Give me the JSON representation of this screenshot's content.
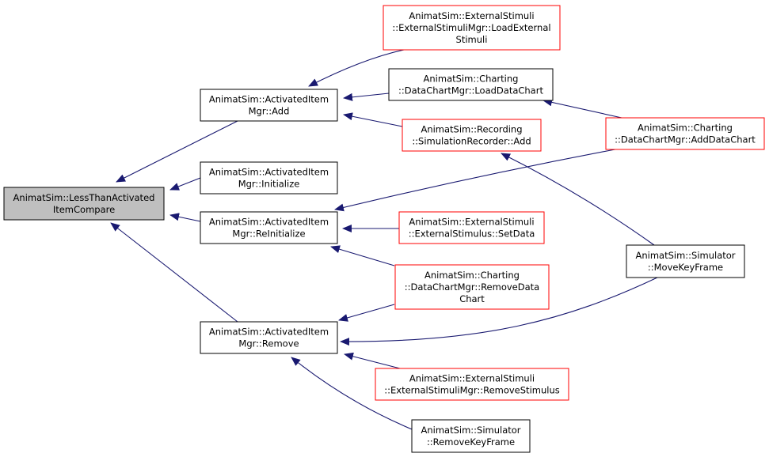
{
  "colors": {
    "edge": "#191970",
    "node_border": "#000000",
    "node_border_incomplete": "#ff0000",
    "node_fill": "#ffffff",
    "root_fill": "#bfbfbf"
  },
  "nodes": [
    {
      "id": "n0",
      "lines": [
        "AnimatSim::LessThanActivated",
        "ItemCompare"
      ],
      "style": "root"
    },
    {
      "id": "n1",
      "lines": [
        "AnimatSim::ActivatedItem",
        "Mgr::Add"
      ],
      "style": "normal"
    },
    {
      "id": "n2",
      "lines": [
        "AnimatSim::ActivatedItem",
        "Mgr::Initialize"
      ],
      "style": "normal"
    },
    {
      "id": "n3",
      "lines": [
        "AnimatSim::ActivatedItem",
        "Mgr::ReInitialize"
      ],
      "style": "normal"
    },
    {
      "id": "n4",
      "lines": [
        "AnimatSim::ActivatedItem",
        "Mgr::Remove"
      ],
      "style": "normal"
    },
    {
      "id": "n5",
      "lines": [
        "AnimatSim::ExternalStimuli",
        "::ExternalStimuliMgr::LoadExternal",
        "Stimuli"
      ],
      "style": "red"
    },
    {
      "id": "n6",
      "lines": [
        "AnimatSim::Charting",
        "::DataChartMgr::LoadDataChart"
      ],
      "style": "normal"
    },
    {
      "id": "n7",
      "lines": [
        "AnimatSim::Recording",
        "::SimulationRecorder::Add"
      ],
      "style": "red"
    },
    {
      "id": "n8",
      "lines": [
        "AnimatSim::Charting",
        "::DataChartMgr::AddDataChart"
      ],
      "style": "red"
    },
    {
      "id": "n9",
      "lines": [
        "AnimatSim::ExternalStimuli",
        "::ExternalStimulus::SetData"
      ],
      "style": "red"
    },
    {
      "id": "n10",
      "lines": [
        "AnimatSim::Charting",
        "::DataChartMgr::RemoveData",
        "Chart"
      ],
      "style": "red"
    },
    {
      "id": "n11",
      "lines": [
        "AnimatSim::Simulator",
        "::MoveKeyFrame"
      ],
      "style": "normal"
    },
    {
      "id": "n12",
      "lines": [
        "AnimatSim::ExternalStimuli",
        "::ExternalStimuliMgr::RemoveStimulus"
      ],
      "style": "red"
    },
    {
      "id": "n13",
      "lines": [
        "AnimatSim::Simulator",
        "::RemoveKeyFrame"
      ],
      "style": "normal"
    }
  ],
  "edges": [
    {
      "from": "n1",
      "to": "n0"
    },
    {
      "from": "n2",
      "to": "n0"
    },
    {
      "from": "n3",
      "to": "n0"
    },
    {
      "from": "n4",
      "to": "n0"
    },
    {
      "from": "n5",
      "to": "n1"
    },
    {
      "from": "n6",
      "to": "n1"
    },
    {
      "from": "n7",
      "to": "n1"
    },
    {
      "from": "n8",
      "to": "n6"
    },
    {
      "from": "n8",
      "to": "n3"
    },
    {
      "from": "n9",
      "to": "n3"
    },
    {
      "from": "n10",
      "to": "n3"
    },
    {
      "from": "n11",
      "to": "n7"
    },
    {
      "from": "n10",
      "to": "n4"
    },
    {
      "from": "n11",
      "to": "n4"
    },
    {
      "from": "n12",
      "to": "n4"
    },
    {
      "from": "n13",
      "to": "n4"
    }
  ]
}
